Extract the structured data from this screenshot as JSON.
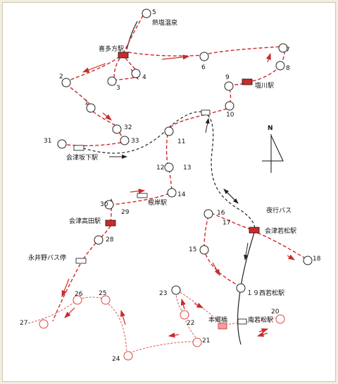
{
  "stations": {
    "kitakata": "喜多方駅",
    "shiokawa": "塩川駅",
    "aizu_sakashita": "会津坂下駅",
    "negishi": "根岸駅",
    "aizu_takada": "会津高田駅",
    "nagaino": "永井野バス停",
    "aizu_wakamatsu": "会津若松駅",
    "nishi_wakamatsu": "西若松駅",
    "minami_wakamatsu": "南若松駅",
    "hongobashi": "本郷橋",
    "atsushio": "熱塩温泉",
    "night_bus": "夜行バス"
  },
  "stops": [
    "5",
    "2",
    "3",
    "4",
    "6",
    "7",
    "8",
    "9",
    "1",
    "10",
    "11",
    "12",
    "13",
    "14",
    "15",
    "16",
    "17",
    "18",
    "20",
    "21",
    "22",
    "23",
    "24",
    "25",
    "26",
    "27",
    "28",
    "29",
    "30",
    "31",
    "32",
    "33"
  ],
  "stop19_label": "１９西若松駅",
  "compass": "N",
  "colors": {
    "route": "#cc2a2a",
    "rail": "#222222",
    "station_fill": "#cc2a2a"
  }
}
